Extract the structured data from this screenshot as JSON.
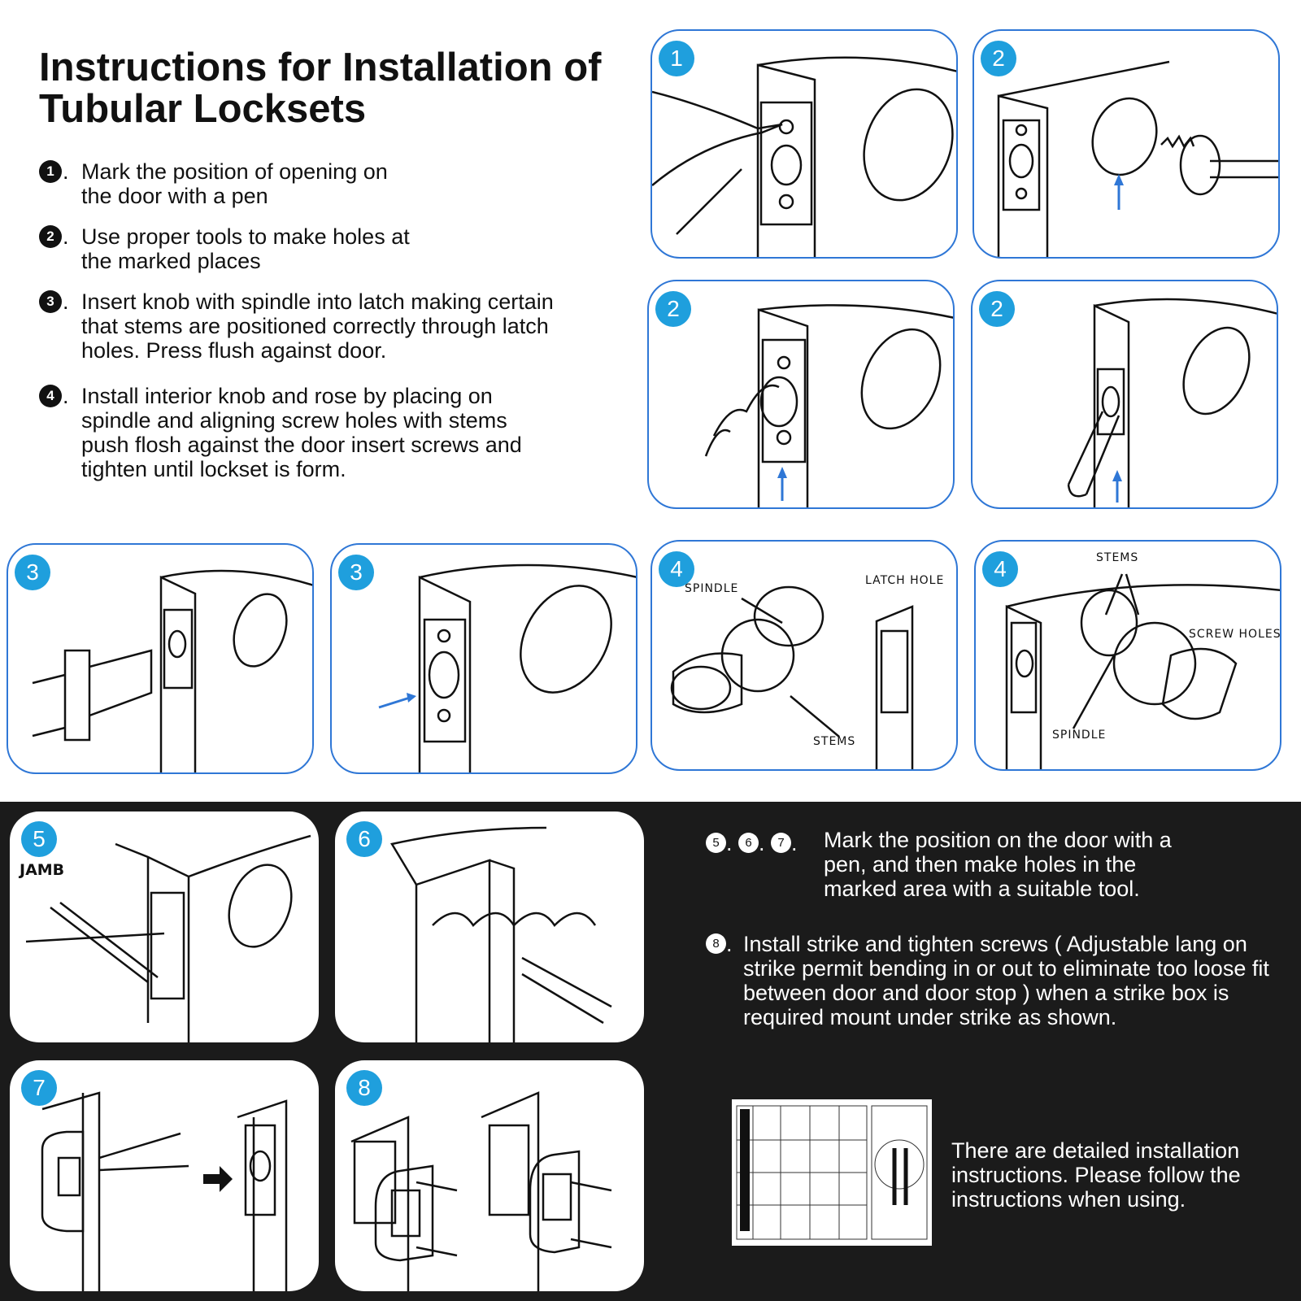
{
  "title": "Instructions for Installation of Tubular Locksets",
  "steps": [
    {
      "num": "1",
      "text": "Mark the position of opening on the door with a pen"
    },
    {
      "num": "2",
      "text": "Use proper tools to make holes at the marked places"
    },
    {
      "num": "3",
      "text": "Insert knob with spindle into latch making certain that stems are positioned correctly through latch holes. Press flush against door."
    },
    {
      "num": "4",
      "text": "Install interior knob and rose by placing on spindle and aligning screw holes with stems push flosh against the door insert screws and tighten until lockset is form."
    }
  ],
  "panels": {
    "p1": "1",
    "p2a": "2",
    "p2b": "2",
    "p2c": "2",
    "p3a": "3",
    "p3b": "3",
    "p4a": "4",
    "p4b": "4",
    "p5": "5",
    "p6": "6",
    "p7": "7",
    "p8": "8"
  },
  "labels": {
    "spindle": "SPINDLE",
    "latch_hole": "LATCH HOLE",
    "stems": "STEMS",
    "screw_holes": "SCREW HOLES",
    "jamb": "JAMB"
  },
  "steps_lower": {
    "a_nums": [
      "5",
      "6",
      "7"
    ],
    "a_text": "Mark the position on the door with a pen, and then make holes in the marked area with a suitable tool.",
    "b_num": "8",
    "b_text": "Install strike and tighten screws ( Adjustable lang on strike permit bending in or out to eliminate too loose fit between door and door stop ) when a strike box is required mount under strike as shown.",
    "c_text": "There are detailed installation instructions. Please follow the instructions when using."
  },
  "colors": {
    "accent": "#1f9fdd",
    "border": "#2f77d6",
    "dark_bg": "#1b1b1b"
  }
}
